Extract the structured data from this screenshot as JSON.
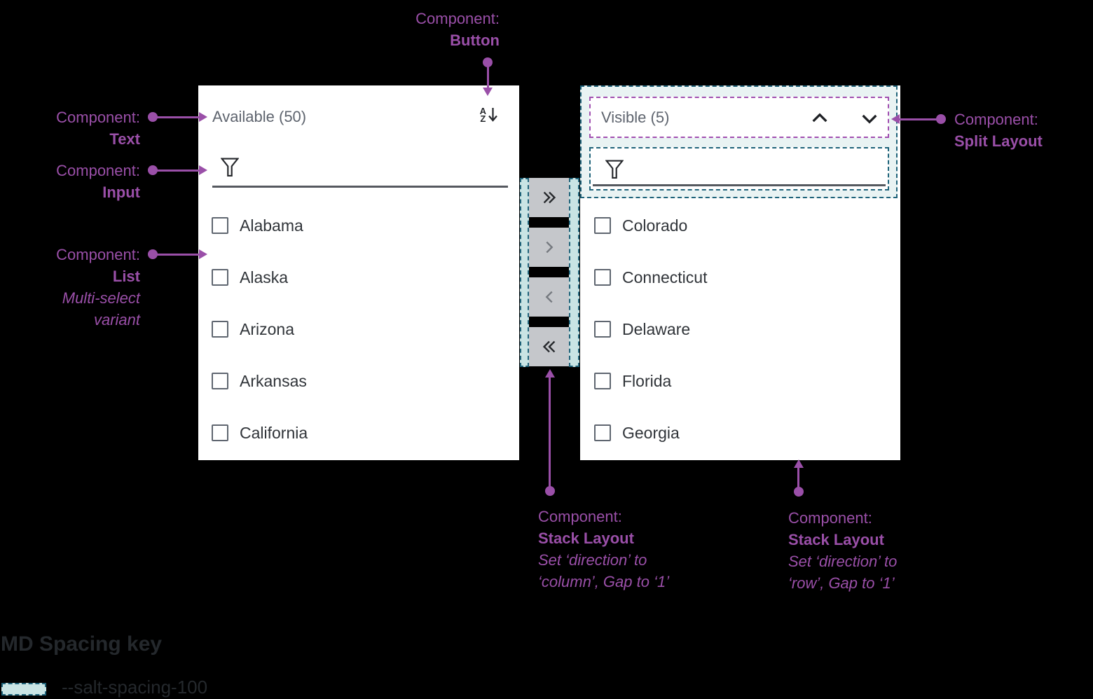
{
  "left_panel": {
    "title": "Available (50)",
    "items": [
      "Alabama",
      "Alaska",
      "Arizona",
      "Arkansas",
      "California"
    ]
  },
  "right_panel": {
    "title": "Visible (5)",
    "items": [
      "Colorado",
      "Connecticut",
      "Delaware",
      "Florida",
      "Georgia"
    ]
  },
  "sort_icon": {
    "top_letter": "A",
    "bottom_letter": "Z"
  },
  "annotations": {
    "button": {
      "prefix": "Component:",
      "component": "Button"
    },
    "text": {
      "prefix": "Component:",
      "component": "Text"
    },
    "input": {
      "prefix": "Component:",
      "component": "Input"
    },
    "list": {
      "prefix": "Component:",
      "component": "List",
      "variant_line1": "Multi-select",
      "variant_line2": "variant"
    },
    "split_layout": {
      "prefix": "Component:",
      "component": "Split Layout"
    },
    "stack_layout_column": {
      "prefix": "Component:",
      "component": "Stack Layout",
      "detail_line1": "Set ‘direction’ to",
      "detail_line2": "‘column’, Gap to ‘1’"
    },
    "stack_layout_row": {
      "prefix": "Component:",
      "component": "Stack Layout",
      "detail_line1": "Set ‘direction’ to",
      "detail_line2": "‘row’, Gap to ‘1’"
    }
  },
  "spacing_key": {
    "title": "MD Spacing key",
    "token_label": "--salt-spacing-100"
  },
  "colors": {
    "background": "#000000",
    "panel_bg": "#ffffff",
    "annotation_purple": "#9a4fa8",
    "purple_dash_border": "#a14fb0",
    "spacing_teal_border": "#1f637a",
    "spacing_teal_fill": "#c9e4e4",
    "spacing_teal_fill_light": "#e9f3f3",
    "transfer_button_bg": "#c5c7cb",
    "title_gray": "#5e646e",
    "label_dark": "#303439"
  }
}
